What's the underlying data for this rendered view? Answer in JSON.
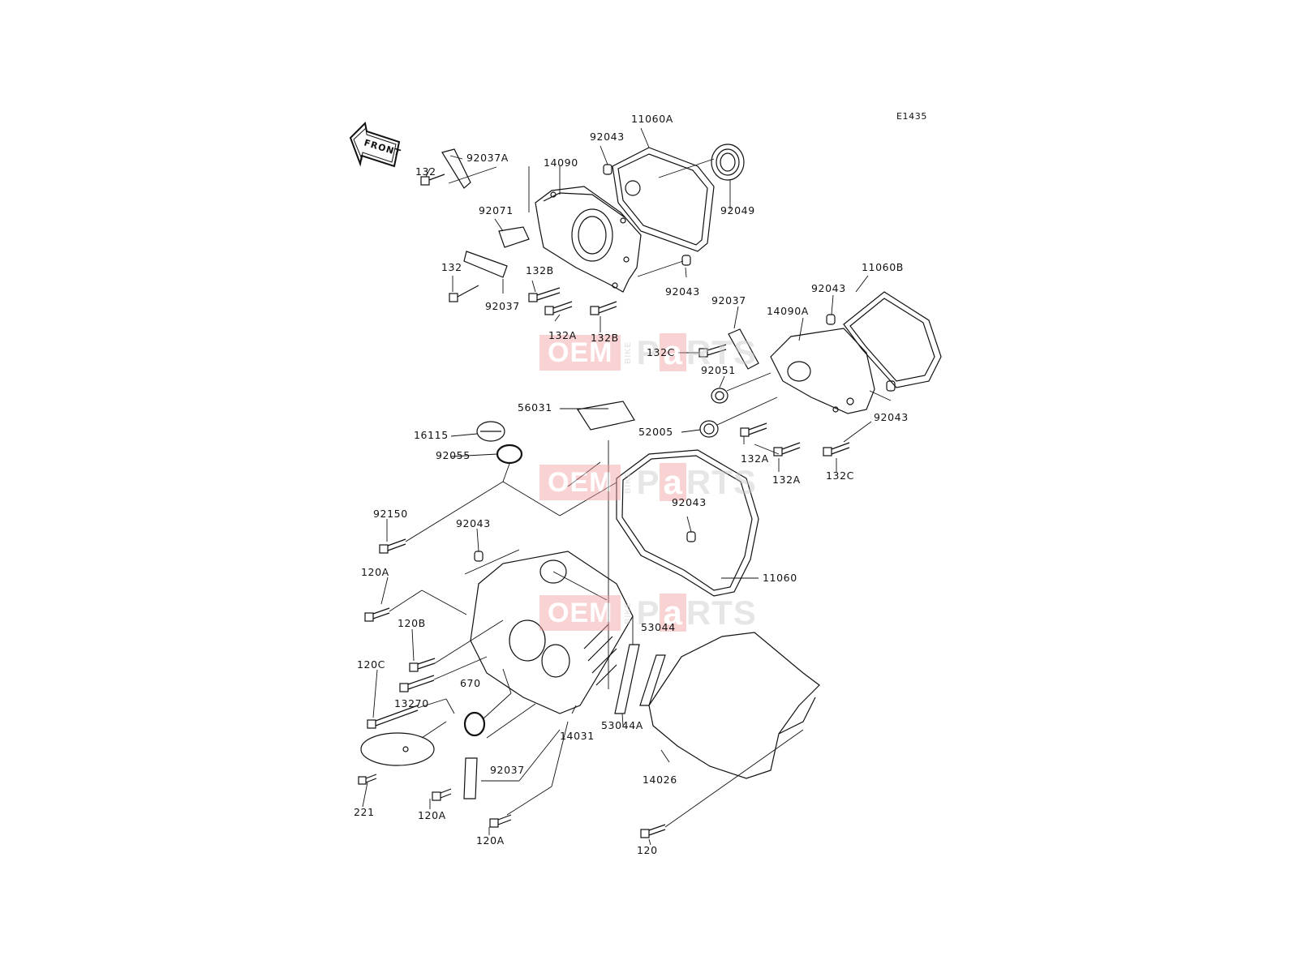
{
  "diagram_code": "E1435",
  "front_label": "FRONT",
  "watermark": {
    "oem": "OEM",
    "bike": "BIKE",
    "parts_pre": "P",
    "parts_a": "a",
    "parts_post": "RTS"
  },
  "parts": {
    "p11060A": "11060A",
    "p92043_top": "92043",
    "p92037A": "92037A",
    "p132_top": "132",
    "p14090": "14090",
    "p92049": "92049",
    "p92071": "92071",
    "p132_mid": "132",
    "p132B_a": "132B",
    "p92037_left": "92037",
    "p132A_top": "132A",
    "p132B_b": "132B",
    "p92043_mid": "92043",
    "p11060B": "11060B",
    "p92037_right": "92037",
    "p92043_right": "92043",
    "p14090A": "14090A",
    "p132C_a": "132C",
    "p92051": "92051",
    "p56031": "56031",
    "p52005": "52005",
    "p92043_far": "92043",
    "p16115": "16115",
    "p92055": "92055",
    "p132A_b": "132A",
    "p132A_c": "132A",
    "p132C_b": "132C",
    "p92043_cover": "92043",
    "p92150": "92150",
    "p92043_low": "92043",
    "p120A_a": "120A",
    "p11060": "11060",
    "p120B": "120B",
    "p53044": "53044",
    "p120C": "120C",
    "p670": "670",
    "p13270": "13270",
    "p14031": "14031",
    "p53044A": "53044A",
    "p92037_low": "92037",
    "p14026": "14026",
    "p221": "221",
    "p120A_b": "120A",
    "p120A_c": "120A",
    "p120": "120"
  }
}
